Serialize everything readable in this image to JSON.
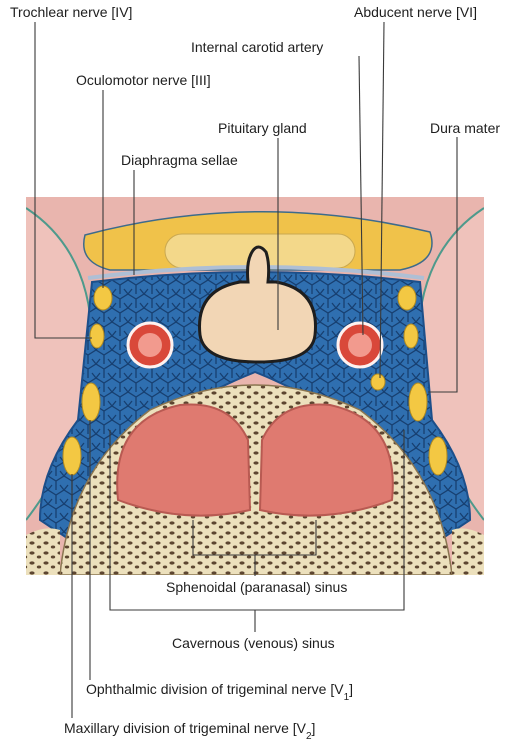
{
  "labels": {
    "trochlear": "Trochlear nerve [IV]",
    "abducent": "Abducent nerve  [VI]",
    "internal_carotid": "Internal carotid artery",
    "oculomotor": "Oculomotor nerve [III]",
    "pituitary": "Pituitary gland",
    "dura": "Dura mater",
    "diaphragma": "Diaphragma sellae",
    "sphenoidal": "Sphenoidal (paranasal) sinus",
    "cavernous": "Cavernous (venous) sinus",
    "ophthalmic_main": "Ophthalmic division of trigeminal nerve [V",
    "ophthalmic_sub": "1",
    "maxillary_main": "Maxillary division of trigeminal nerve [V",
    "maxillary_sub": "2",
    "close_bracket": "]"
  },
  "colors": {
    "tissue_pink": "#e9b5ae",
    "venous_blue": "#2f6fb0",
    "vein_mesh": "#1c4f8a",
    "dura_tan": "#eee2bf",
    "bone_dark": "#5d4631",
    "sinus_red": "#df7a70",
    "nerve_yellow": "#f3c843",
    "artery_red": "#d9483a",
    "gland_beige": "#f2d6b5",
    "teal_line": "#4e9a8c"
  }
}
